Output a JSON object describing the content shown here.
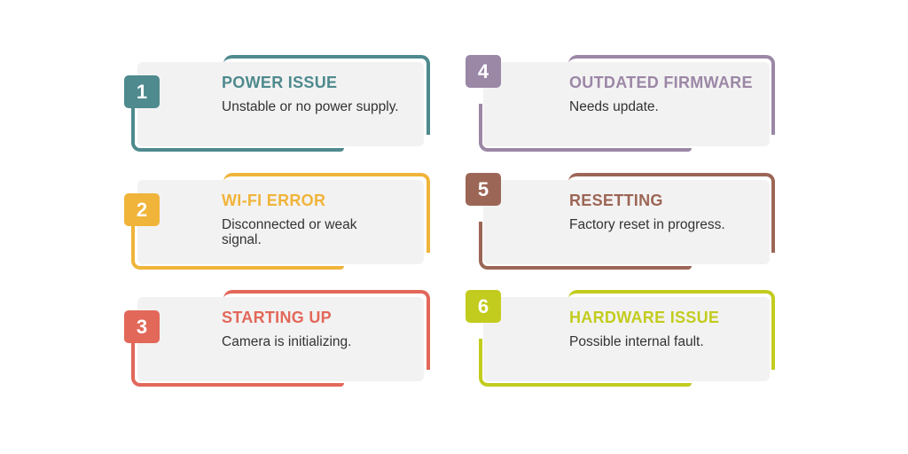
{
  "cards": [
    {
      "number": "1",
      "title": "POWER ISSUE",
      "description": "Unstable or no power supply.",
      "color": "#4e8a8e"
    },
    {
      "number": "2",
      "title": "WI-FI ERROR",
      "description": "Disconnected or weak signal.",
      "color": "#f0b43a"
    },
    {
      "number": "3",
      "title": "STARTING UP",
      "description": "Camera is initializing.",
      "color": "#e2685a"
    },
    {
      "number": "4",
      "title": "OUTDATED FIRMWARE",
      "description": "Needs update.",
      "color": "#9b87a6"
    },
    {
      "number": "5",
      "title": "RESETTING",
      "description": "Factory reset in progress.",
      "color": "#9c6656"
    },
    {
      "number": "6",
      "title": "HARDWARE ISSUE",
      "description": "Possible internal fault.",
      "color": "#c2cc1e"
    }
  ]
}
